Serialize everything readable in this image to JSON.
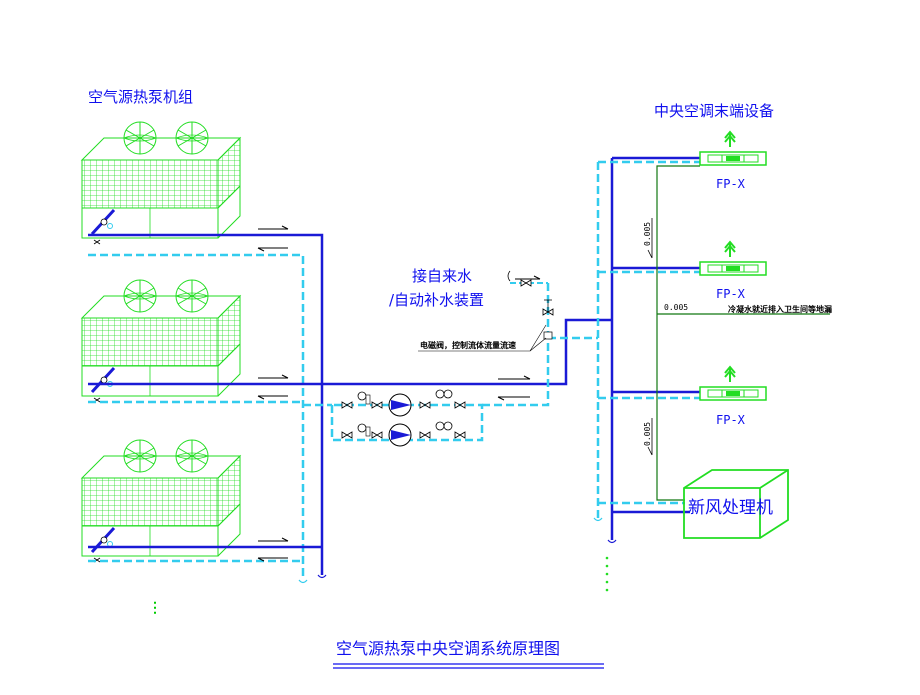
{
  "diagram": {
    "title": "空气源热泵中央空调系统原理图",
    "heat_pump_group_label": "空气源热泵机组",
    "terminal_group_label": "中央空调末端设备",
    "makeup_water_label_1": "接自来水",
    "makeup_water_label_2": "/自动补水装置",
    "solenoid_valve_note": "电磁阀，控制流体流量流速",
    "condensate_note": "冷凝水就近排入卫生间等地漏",
    "fan_coil_label": "FP-X",
    "fresh_air_unit_label": "新风处理机",
    "slope_label": "0.005",
    "continuation_mark": "⋮"
  },
  "colors": {
    "supply_pipe": "#1a1ad6",
    "return_pipe": "#33ccee",
    "equipment": "#22dd22",
    "text": "#1010ee",
    "condensate": "#117711"
  }
}
